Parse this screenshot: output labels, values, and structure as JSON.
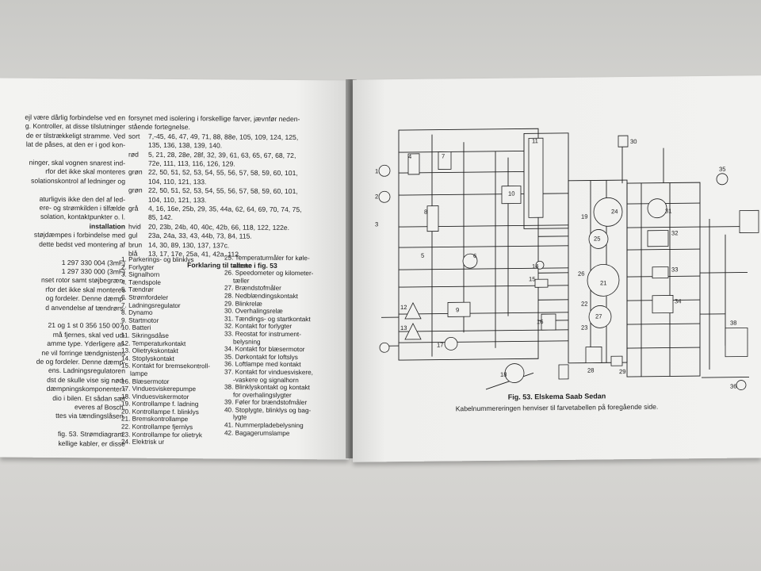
{
  "left_page": {
    "col1": [
      "ejl være dårlig forbindelse ved en",
      "g. Kontroller, at disse tilslutninger",
      "de er tilstrækkeligt stramme. Ved",
      "lat de påses, at den er i god kon-",
      "",
      "ninger, skal vognen snarest ind-",
      "rfor det ikke skal monteres",
      "solationskontrol af ledninger og",
      "",
      "aturligvis ikke den del af led-",
      "ere- og strømkilden i tilfælde",
      "solation, kontaktpunkter o. l.",
      "installation",
      "støjdæmpes i forbindelse med",
      "dette bedst ved montering af",
      "",
      "1 297 330 004 (3mF)",
      "1 297 330 000 (3mF)",
      "nset rotor samt støjbegræn-",
      "rfor det ikke skal monteres",
      "og fordeler. Denne dæmp-",
      "d anvendelse af tændrørs-",
      "",
      "21 og 1 st 0 356 150 007.",
      "må fjernes, skal ved ud-",
      "amme type. Yderligere af-",
      "ne vil forringe tændgnistens",
      "de og fordeler. Denne dæmp-",
      "ens. Ladningsregulatoren",
      "dst de skulle vise sig nød-",
      "dæmpningskomponenter i",
      "dio i bilen. Et sådan sæt",
      "everes af Bosch.",
      "ttes via tændingslåsen.",
      "",
      "fig. 53. Strømdiagram.",
      "kellige kabler, er disse"
    ],
    "col2_intro": [
      "forsynet med isolering i forskellige farver, jævnfør neden-",
      "stående fortegnelse."
    ],
    "cable_table": [
      {
        "color": "sort",
        "nums": [
          "7,-45, 46, 47, 49, 71, 88, 88e, 105, 109, 124, 125,",
          "135, 136, 138, 139, 140."
        ]
      },
      {
        "color": "rød",
        "nums": [
          "5, 21, 28, 28e, 28f, 32, 39, 61, 63, 65, 67, 68, 72,",
          "72e, 111, 113, 116, 126, 129."
        ]
      },
      {
        "color": "grøn",
        "nums": [
          "22, 50, 51, 52, 53, 54, 55, 56, 57, 58, 59, 60, 101,",
          "104, 110, 121, 133."
        ]
      },
      {
        "color": "grøn",
        "nums": [
          "22, 50, 51, 52, 53, 54, 55, 56, 57, 58, 59, 60, 101,",
          "104, 110, 121, 133."
        ]
      },
      {
        "color": "grå",
        "nums": [
          "4, 16, 16e, 25b, 29, 35, 44a, 62, 64, 69, 70, 74, 75,",
          "85, 142."
        ]
      },
      {
        "color": "hvid",
        "nums": [
          "20, 23b, 24b, 40, 40c, 42b, 66, 118, 122, 122e."
        ]
      },
      {
        "color": "gul",
        "nums": [
          "23a, 24a, 33, 43, 44b, 73, 84, 115."
        ]
      },
      {
        "color": "brun",
        "nums": [
          "14, 30, 89, 130, 137, 137c."
        ]
      },
      {
        "color": "blå",
        "nums": [
          "13, 17, 17e, 25a, 41, 42a, 112."
        ]
      }
    ],
    "legend_title": "Forklaring til tallene i fig. 53",
    "legend_col_a": [
      "1. Parkerings- og blinklys",
      "2. Forlygter",
      "3. Signalhorn",
      "4. Tændspole",
      "5. Tændrør",
      "6. Strømfordeler",
      "7. Ladningsregulator",
      "8. Dynamo",
      "9. Startmotor",
      "10. Batteri",
      "11. Sikringsdåse",
      "12. Temperaturkontakt",
      "13. Olietrykskontakt",
      "14. Stoplyskontakt",
      "15. Kontakt for bremsekontroll-",
      "lampe",
      "16. Blæsermotor",
      "17. Vinduesviskerepumpe",
      "18. Vinduesviskermotor",
      "19. Kontrollampe f. ladning",
      "20. Kontrollampe f. blinklys",
      "21. Bremskontrollampe",
      "22. Kontrollampe fjernlys",
      "23. Kontrollampe for olietryk",
      "24. Elektrisk ur"
    ],
    "legend_col_b": [
      "25. Temperaturmåler for køle-",
      "væske",
      "26. Speedometer og kilometer-",
      "tæller",
      "27. Brændstofmåler",
      "28. Nedblændingskontakt",
      "29. Blinkrelæ",
      "30. Overhalingsrelæ",
      "31. Tændings- og startkontakt",
      "32. Kontakt for forlygter",
      "33. Reostat for instrument-",
      "belysning",
      "34. Kontakt for blæsermotor",
      "35. Dørkontakt for loftslys",
      "36. Loftlampe med kontakt",
      "37. Kontakt for vinduesviskere,",
      "-vaskere og signalhorn",
      "38. Blinklyskontakt og kontakt",
      "for overhalingslygter",
      "39. Føler for brændstofmåler",
      "40. Stoplygte, blinklys og bag-",
      "lygte",
      "41. Nummerpladebelysning",
      "42. Bagagerumslampe"
    ]
  },
  "right_page": {
    "caption_title": "Fig. 53.   Elskema Saab Sedan",
    "caption_sub": "Kabelnummereringen henviser til farvetabellen på foregående side."
  },
  "diagram_numbers": [
    "1",
    "2",
    "3",
    "4",
    "5",
    "6",
    "7",
    "8",
    "9",
    "10",
    "11",
    "12",
    "13",
    "14",
    "15",
    "16",
    "17",
    "18",
    "19",
    "21",
    "22",
    "23",
    "24",
    "25",
    "26",
    "27",
    "28",
    "29",
    "30",
    "31",
    "32",
    "33",
    "34",
    "35",
    "36",
    "38"
  ],
  "colors": {
    "paper": "#f2f2f0",
    "ink": "#1e1e1e",
    "table": "#cfcecb"
  }
}
